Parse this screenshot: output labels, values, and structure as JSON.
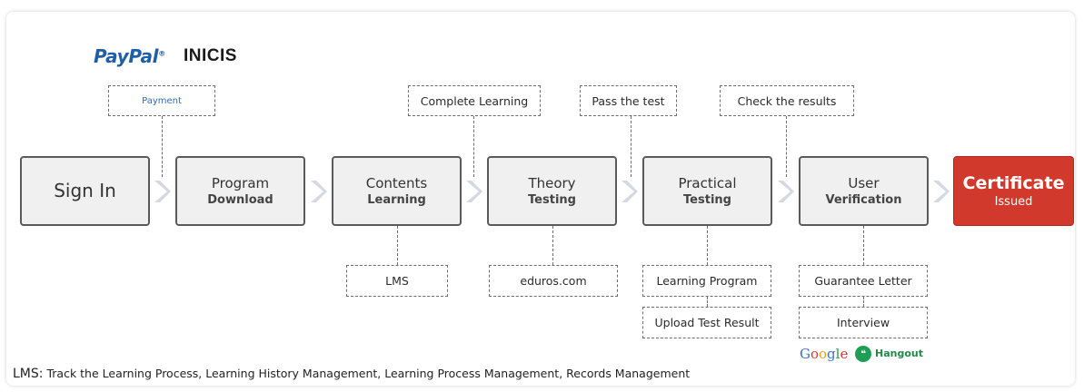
{
  "logos": {
    "paypal": "PayPal",
    "inicis": "INICIS"
  },
  "steps": [
    {
      "line1": "Sign In",
      "line2": ""
    },
    {
      "line1": "Program",
      "line2": "Download"
    },
    {
      "line1": "Contents",
      "line2": "Learning"
    },
    {
      "line1": "Theory",
      "line2": "Testing"
    },
    {
      "line1": "Practical",
      "line2": "Testing"
    },
    {
      "line1": "User",
      "line2": "Verification"
    },
    {
      "line1": "Certificate",
      "line2": "Issued"
    }
  ],
  "top_notes": {
    "payment": "Payment",
    "complete_learning": "Complete Learning",
    "pass_test": "Pass the test",
    "check_results": "Check the results"
  },
  "bottom_notes": {
    "lms": "LMS",
    "eduros": "eduros.com",
    "learning_program": "Learning Program",
    "upload_test_result": "Upload Test Result",
    "guarantee_letter": "Guarantee Letter",
    "interview": "Interview"
  },
  "brand": {
    "google": "Google",
    "hangout": "Hangout"
  },
  "footer": {
    "key": "LMS:",
    "text": "Track the Learning Process, Learning History Management, Learning Process Management, Records Management"
  },
  "colors": {
    "certificate": "#d0392b",
    "paypal": "#1f5fa8",
    "step_fill": "#f0f0f0",
    "chevron": "#d4d9e1"
  }
}
